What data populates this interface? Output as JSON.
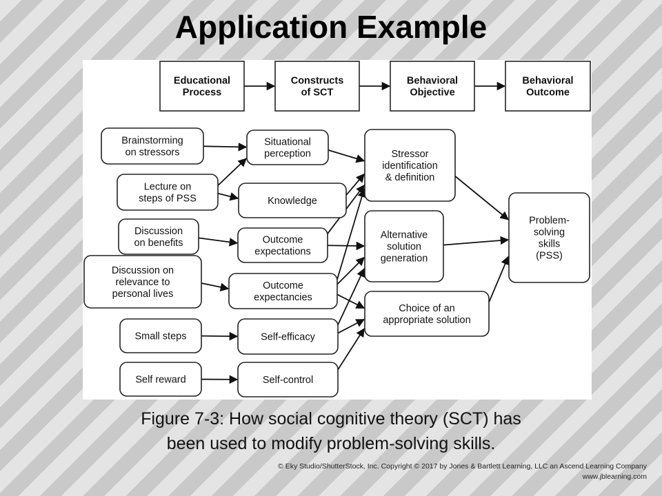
{
  "title": "Application Example",
  "header_boxes": [
    {
      "id": "h1",
      "lines": [
        "Educational",
        "Process"
      ]
    },
    {
      "id": "h2",
      "lines": [
        "Constructs",
        "of SCT"
      ]
    },
    {
      "id": "h3",
      "lines": [
        "Behavioral",
        "Objective"
      ]
    },
    {
      "id": "h4",
      "lines": [
        "Behavioral",
        "Outcome"
      ]
    }
  ],
  "process_boxes": [
    {
      "id": "p1",
      "lines": [
        "Brainstorming",
        "on stressors"
      ]
    },
    {
      "id": "p2",
      "lines": [
        "Lecture on",
        "steps of PSS"
      ]
    },
    {
      "id": "p3",
      "lines": [
        "Discussion",
        "on benefits"
      ]
    },
    {
      "id": "p4",
      "lines": [
        "Discussion on",
        "relevance to",
        "personal lives"
      ]
    },
    {
      "id": "p5",
      "lines": [
        "Small steps"
      ]
    },
    {
      "id": "p6",
      "lines": [
        "Self reward"
      ]
    }
  ],
  "construct_boxes": [
    {
      "id": "c1",
      "lines": [
        "Situational",
        "perception"
      ]
    },
    {
      "id": "c2",
      "lines": [
        "Knowledge"
      ]
    },
    {
      "id": "c3",
      "lines": [
        "Outcome",
        "expectations"
      ]
    },
    {
      "id": "c4",
      "lines": [
        "Outcome",
        "expectancies"
      ]
    },
    {
      "id": "c5",
      "lines": [
        "Self-efficacy"
      ]
    },
    {
      "id": "c6",
      "lines": [
        "Self-control"
      ]
    }
  ],
  "objective_boxes": [
    {
      "id": "o1",
      "lines": [
        "Stressor",
        "identification",
        "& definition"
      ]
    },
    {
      "id": "o2",
      "lines": [
        "Alternative",
        "solution",
        "generation"
      ]
    },
    {
      "id": "o3",
      "lines": [
        "Choice of an",
        "appropriate solution"
      ]
    }
  ],
  "outcome_boxes": [
    {
      "id": "r1",
      "lines": [
        "Problem-",
        "solving",
        "skills",
        "(PSS)"
      ]
    }
  ],
  "edges": [
    [
      "h1",
      "h2"
    ],
    [
      "h2",
      "h3"
    ],
    [
      "h3",
      "h4"
    ],
    [
      "p1",
      "c1"
    ],
    [
      "p2",
      "c1"
    ],
    [
      "p2",
      "c2"
    ],
    [
      "p3",
      "c3"
    ],
    [
      "p4",
      "c4"
    ],
    [
      "p5",
      "c5"
    ],
    [
      "p6",
      "c6"
    ],
    [
      "c1",
      "o1"
    ],
    [
      "c2",
      "o1"
    ],
    [
      "c3",
      "o1"
    ],
    [
      "c3",
      "o2"
    ],
    [
      "c4",
      "o1"
    ],
    [
      "c4",
      "o2"
    ],
    [
      "c4",
      "o3"
    ],
    [
      "c5",
      "o2"
    ],
    [
      "c5",
      "o3"
    ],
    [
      "c6",
      "o3"
    ],
    [
      "o1",
      "r1"
    ],
    [
      "o2",
      "r1"
    ],
    [
      "o3",
      "r1"
    ]
  ],
  "caption": {
    "line1": "Figure 7-3: How social cognitive theory (SCT) has",
    "line2": "been used to modify problem-solving skills."
  },
  "credit": {
    "line1": "© Eky Studio/ShutterStock, Inc. Copyright © 2017 by Jones & Bartlett Learning, LLC an Ascend Learning Company",
    "line2": "www.jblearning.com"
  }
}
